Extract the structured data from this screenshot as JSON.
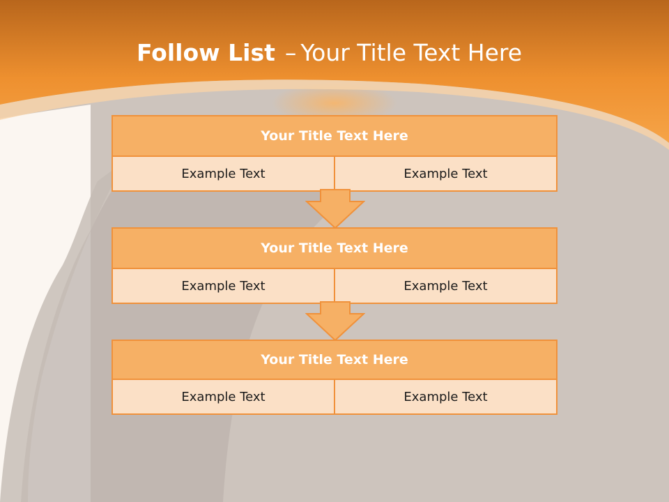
{
  "slide": {
    "title_bold": "Follow List",
    "title_dash": "–",
    "title_rest": "Your Title Text Here"
  },
  "blocks": [
    {
      "title": "Your Title Text Here",
      "left": "Example Text",
      "right": "Example Text"
    },
    {
      "title": "Your Title Text Here",
      "left": "Example Text",
      "right": "Example Text"
    },
    {
      "title": "Your Title Text Here",
      "left": "Example Text",
      "right": "Example Text"
    }
  ],
  "colors": {
    "header_orange": "#f29a3c",
    "block_header": "#f6b065",
    "block_body": "#fbe0c6",
    "border": "#f0913a",
    "background": "#cfc6bf"
  }
}
